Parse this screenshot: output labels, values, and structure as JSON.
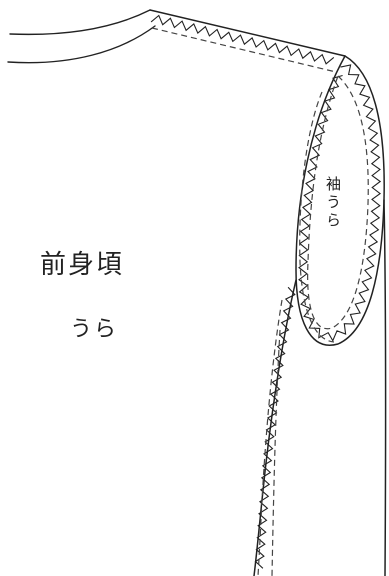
{
  "labels": {
    "front_body": "前身頃",
    "front_side": "うら",
    "sleeve": "袖うら"
  },
  "colors": {
    "ink": "#222222",
    "paper": "#ffffff"
  }
}
